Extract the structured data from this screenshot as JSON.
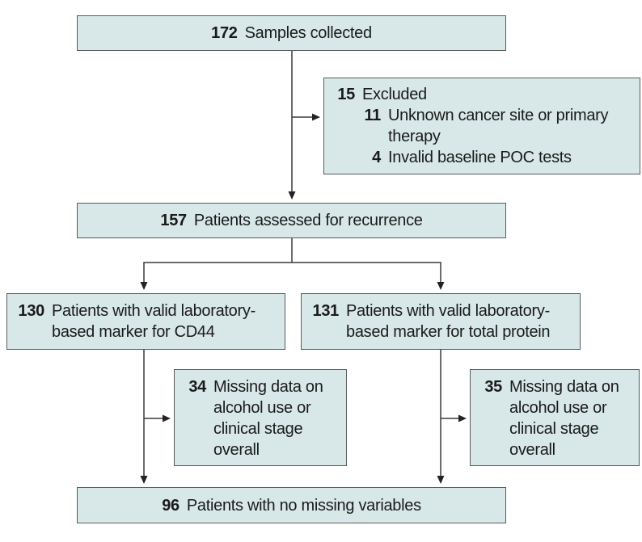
{
  "colors": {
    "box_fill": "#d8e8e8",
    "box_border": "#595b5d",
    "connector": "#3a3a3a",
    "text": "#1a1a1a"
  },
  "boxes": {
    "samples": {
      "number": "172",
      "label": "Samples collected"
    },
    "excluded": {
      "number": "15",
      "label": "Excluded",
      "items": [
        {
          "number": "11",
          "label": "Unknown cancer site or primary therapy"
        },
        {
          "number": "4",
          "label": "Invalid baseline POC tests"
        }
      ]
    },
    "assessed": {
      "number": "157",
      "label": "Patients assessed for recurrence"
    },
    "cd44": {
      "number": "130",
      "label": "Patients with valid laboratory-based marker for CD44"
    },
    "protein": {
      "number": "131",
      "label": "Patients with valid laboratory-based marker for total protein"
    },
    "missing_cd44": {
      "number": "34",
      "label": "Missing data on alcohol use or clinical stage overall"
    },
    "missing_protein": {
      "number": "35",
      "label": "Missing data on alcohol use or clinical stage overall"
    },
    "complete": {
      "number": "96",
      "label": "Patients with no missing variables"
    }
  }
}
